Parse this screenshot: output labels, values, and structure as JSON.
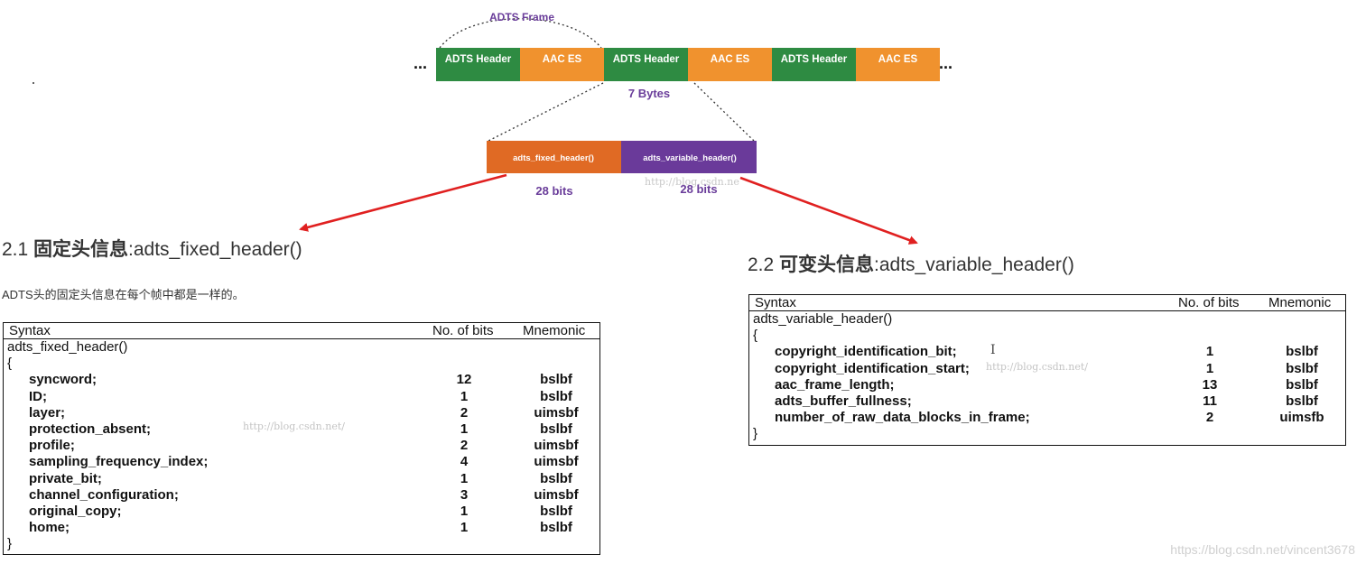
{
  "diagram": {
    "frame_label": "ADTS Frame",
    "ellipsis": "...",
    "segments": [
      {
        "label": "ADTS Header",
        "color": "#2e8b42"
      },
      {
        "label": "AAC ES",
        "color": "#f0922e"
      },
      {
        "label": "ADTS Header",
        "color": "#2e8b42"
      },
      {
        "label": "AAC ES",
        "color": "#f0922e"
      },
      {
        "label": "ADTS Header",
        "color": "#2e8b42"
      },
      {
        "label": "AAC ES",
        "color": "#f0922e"
      }
    ],
    "size_label": "7 Bytes",
    "fixed_box": {
      "label": "adts_fixed_header()",
      "color": "#e06a24",
      "bits": "28 bits"
    },
    "variable_box": {
      "label": "adts_variable_header()",
      "color": "#6a3a9a",
      "bits": "28 bits"
    },
    "watermark": "http://blog.csdn.ne",
    "arrow_color": "#e02020",
    "purple": "#6a3d9a"
  },
  "section_fixed": {
    "heading_num": "2.1 ",
    "heading_cn": "固定头信息",
    "heading_latin": ":adts_fixed_header()",
    "description": "ADTS头的固定头信息在每个帧中都是一样的。",
    "table": {
      "col_syntax": "Syntax",
      "col_bits": "No. of bits",
      "col_mnemonic": "Mnemonic",
      "opening": "adts_fixed_header()",
      "brace_open": "{",
      "brace_close": "}",
      "rows": [
        {
          "field": "syncword;",
          "bits": "12",
          "mnemonic": "bslbf"
        },
        {
          "field": "ID;",
          "bits": "1",
          "mnemonic": "bslbf"
        },
        {
          "field": "layer;",
          "bits": "2",
          "mnemonic": "uimsbf"
        },
        {
          "field": "protection_absent;",
          "bits": "1",
          "mnemonic": "bslbf"
        },
        {
          "field": "profile;",
          "bits": "2",
          "mnemonic": "uimsbf"
        },
        {
          "field": "sampling_frequency_index;",
          "bits": "4",
          "mnemonic": "uimsbf"
        },
        {
          "field": "private_bit;",
          "bits": "1",
          "mnemonic": "bslbf"
        },
        {
          "field": "channel_configuration;",
          "bits": "3",
          "mnemonic": "uimsbf"
        },
        {
          "field": "original_copy;",
          "bits": "1",
          "mnemonic": "bslbf"
        },
        {
          "field": "home;",
          "bits": "1",
          "mnemonic": "bslbf"
        }
      ],
      "watermark": "http://blog.csdn.net/"
    }
  },
  "section_variable": {
    "heading_num": "2.2 ",
    "heading_cn": "可变头信息",
    "heading_latin": ":adts_variable_header()",
    "table": {
      "col_syntax": "Syntax",
      "col_bits": "No. of bits",
      "col_mnemonic": "Mnemonic",
      "opening": "adts_variable_header()",
      "brace_open": "{",
      "brace_close": "}",
      "rows": [
        {
          "field": "copyright_identification_bit;",
          "bits": "1",
          "mnemonic": "bslbf"
        },
        {
          "field": "copyright_identification_start;",
          "bits": "1",
          "mnemonic": "bslbf"
        },
        {
          "field": "aac_frame_length;",
          "bits": "13",
          "mnemonic": "bslbf"
        },
        {
          "field": "adts_buffer_fullness;",
          "bits": "11",
          "mnemonic": "bslbf"
        },
        {
          "field": "number_of_raw_data_blocks_in_frame;",
          "bits": "2",
          "mnemonic": "uimsfb"
        }
      ],
      "watermark": "http://blog.csdn.net/"
    }
  },
  "page_watermark": "https://blog.csdn.net/vincent3678",
  "cursor_glyph": "I"
}
